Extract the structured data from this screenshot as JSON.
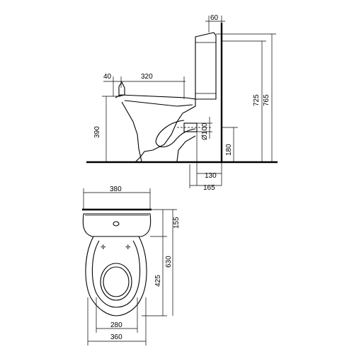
{
  "side_view": {
    "dims": {
      "tank_depth": "60",
      "rim_offset": "40",
      "bowl_length": "320",
      "seat_height": "390",
      "outlet_diameter": "Ø100",
      "outlet_height": "180",
      "tank_height": "725",
      "total_height": "765",
      "outlet_from_wall": "130",
      "base_from_wall": "165"
    }
  },
  "top_view": {
    "dims": {
      "width": "380",
      "tank_depth": "155",
      "total_depth": "630",
      "bowl_depth": "425",
      "seat_width": "280",
      "base_width": "360"
    }
  }
}
